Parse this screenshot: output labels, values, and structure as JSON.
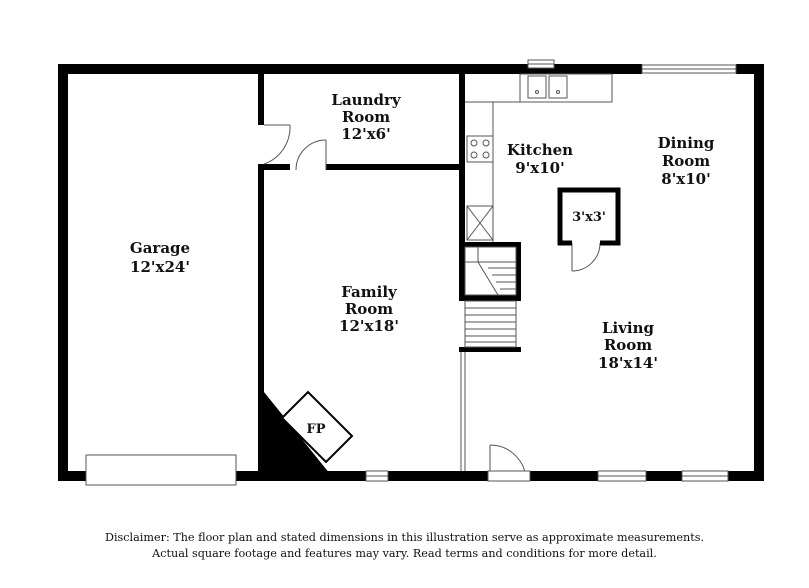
{
  "rooms": {
    "garage": {
      "name": "Garage",
      "dims": "12'x24'"
    },
    "laundry": {
      "name1": "Laundry",
      "name2": "Room",
      "dims": "12'x6'"
    },
    "kitchen": {
      "name": "Kitchen",
      "dims": "9'x10'"
    },
    "dining": {
      "name1": "Dining",
      "name2": "Room",
      "dims": "8'x10'"
    },
    "closet": {
      "dims": "3'x3'"
    },
    "family": {
      "name1": "Family",
      "name2": "Room",
      "dims": "12'x18'"
    },
    "living": {
      "name1": "Living",
      "name2": "Room",
      "dims": "18'x14'"
    },
    "fireplace": {
      "label": "FP"
    }
  },
  "disclaimer": {
    "line1": "Disclaimer: The floor plan and stated dimensions in this illustration serve as approximate measurements.",
    "line2": "Actual square footage and features may vary. Read terms and conditions for more detail."
  }
}
